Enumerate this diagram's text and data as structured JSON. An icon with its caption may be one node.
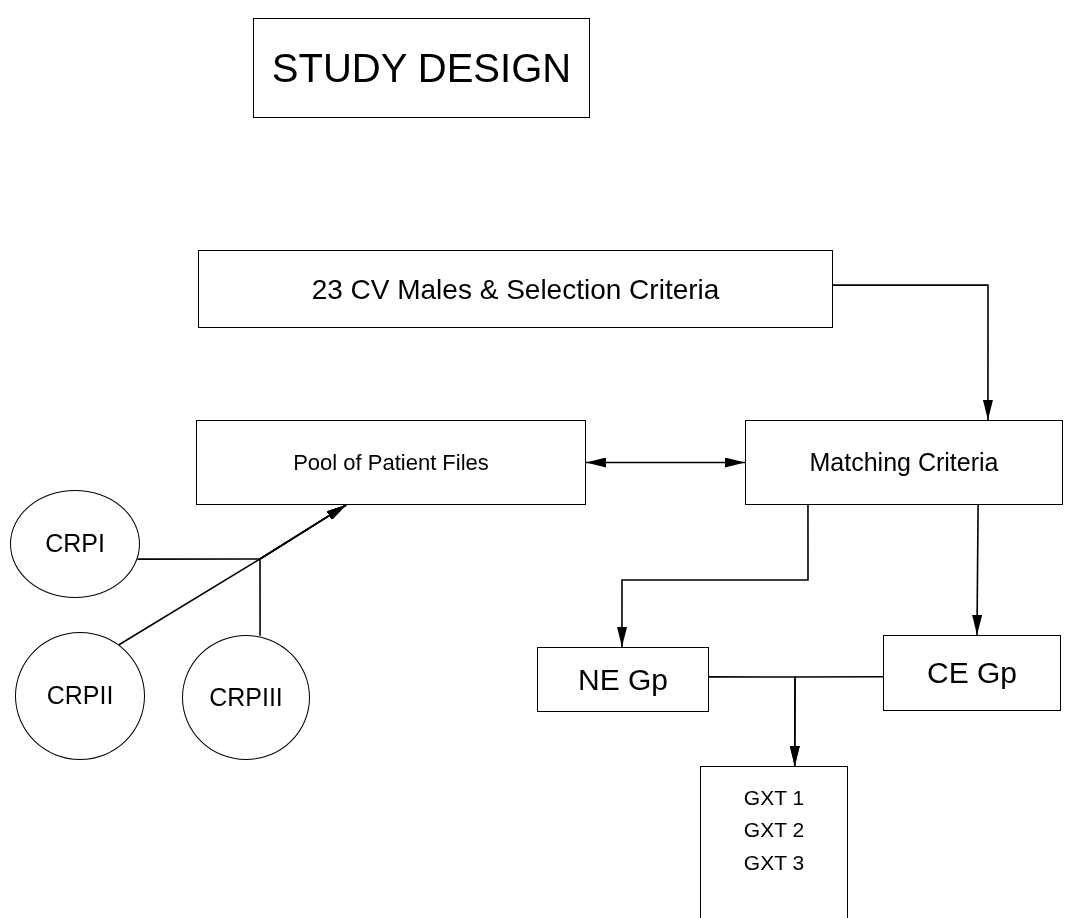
{
  "diagram": {
    "nodes": [
      {
        "text": [
          "STUDY DESIGN"
        ]
      },
      {
        "text": [
          "23 CV Males & Selection Criteria"
        ]
      },
      {
        "text": [
          "Pool of Patient Files"
        ]
      },
      {
        "text": [
          "Matching Criteria"
        ]
      },
      {
        "text": [
          "CRPI"
        ]
      },
      {
        "text": [
          "CRPII"
        ]
      },
      {
        "text": [
          "CRPIII"
        ]
      },
      {
        "text": [
          "NE Gp"
        ]
      },
      {
        "text": [
          "CE Gp"
        ]
      },
      {
        "text": [
          "GXT 1",
          "GXT 2",
          "GXT 3"
        ]
      }
    ],
    "edges": [
      {
        "from": 1,
        "to": 3,
        "arrow": "to"
      },
      {
        "from": 2,
        "to": 3,
        "arrow": "both"
      },
      {
        "from": 3,
        "to": 7,
        "arrow": "to"
      },
      {
        "from": 3,
        "to": 8,
        "arrow": "to"
      },
      {
        "from": 4,
        "to": 2,
        "arrow": "to"
      },
      {
        "from": 5,
        "to": 2,
        "arrow": "to"
      },
      {
        "from": 6,
        "to": 2,
        "arrow": "to"
      },
      {
        "from": 7,
        "to": 9,
        "arrow": "to"
      },
      {
        "from": 8,
        "to": 9,
        "arrow": "to"
      }
    ]
  }
}
